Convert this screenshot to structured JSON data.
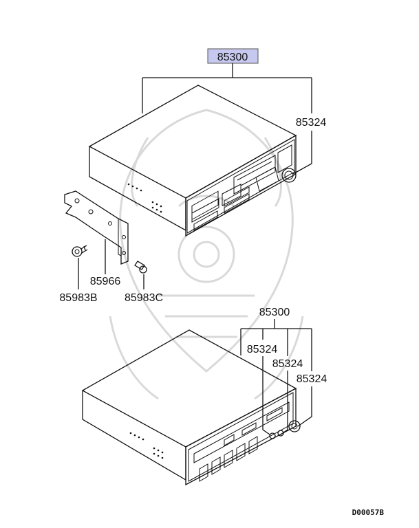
{
  "diagram": {
    "callouts": {
      "top_assembly": "85300",
      "top_knob": "85324",
      "bracket": "85966",
      "screw_b": "85983B",
      "screw_c": "85983C",
      "bottom_assembly": "85300",
      "bottom_knob_1": "85324",
      "bottom_knob_2": "85324",
      "bottom_knob_3": "85324"
    },
    "figure_code": "D00057B",
    "highlight_color": "#c7c8f0",
    "watermark_icon": "samurai-helmet-icon"
  }
}
